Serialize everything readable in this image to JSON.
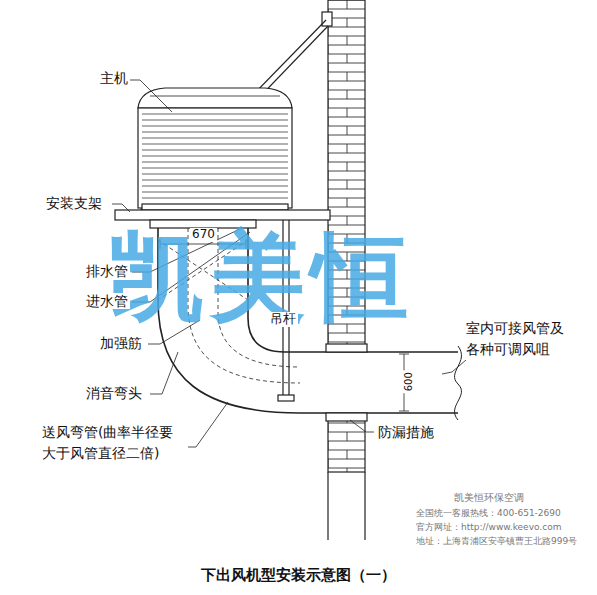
{
  "diagram": {
    "caption": "下出风机型安装示意图（一）",
    "labels": [
      "主机",
      "安装支架",
      "670",
      "排水管",
      "进水管",
      "加强筋",
      "吊杆",
      "消音弯头",
      "送风弯管(曲率半径要大于风管直径二倍)",
      "室内可接风管及各种可调风咀",
      "600",
      "防漏措施",
      "凯美恒",
      "凯美恒环保空调",
      "全国统一客服热线：400-651-2690",
      "官方网址：http://www.keevo.com",
      "地址：上海青浦区安亭镇曹王北路999号"
    ]
  }
}
